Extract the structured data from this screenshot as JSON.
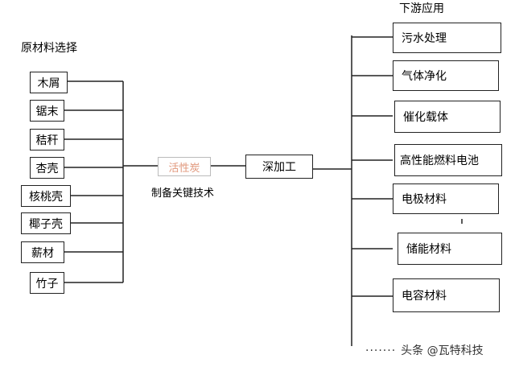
{
  "left_title": "原材料选择",
  "raw_materials": [
    "木屑",
    "锯末",
    "秸秆",
    "杏壳",
    "核桃壳",
    "椰子壳",
    "薪材",
    "竹子"
  ],
  "center": {
    "faded_box": "活性炭",
    "caption": "制备关键技术",
    "process_box": "深加工"
  },
  "right_title": "下游应用",
  "applications": [
    "污水处理",
    "气体净化",
    "催化载体",
    "高性能燃料电池",
    "电极材料",
    "储能材料",
    "电容材料"
  ],
  "watermark": {
    "dots": "·······",
    "text": "头条 @瓦特科技"
  },
  "colors": {
    "line": "#222222",
    "faded_text": "#e0967a"
  }
}
